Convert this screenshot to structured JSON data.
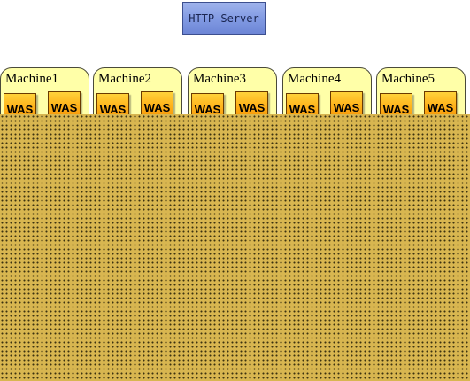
{
  "http_server": {
    "label": "HTTP Server",
    "color": "#8099e2"
  },
  "machines": [
    {
      "label": "Machine1",
      "was": [
        "WAS",
        "WAS"
      ]
    },
    {
      "label": "Machine2",
      "was": [
        "WAS",
        "WAS"
      ]
    },
    {
      "label": "Machine3",
      "was": [
        "WAS",
        "WAS"
      ]
    },
    {
      "label": "Machine4",
      "was": [
        "WAS",
        "WAS"
      ]
    },
    {
      "label": "Machine5",
      "was": [
        "WAS",
        "WAS"
      ]
    }
  ],
  "colors": {
    "machine_fill": "#ffffa8",
    "was_fill": "#ffb21a",
    "dotted_fill": "#d8b650"
  }
}
